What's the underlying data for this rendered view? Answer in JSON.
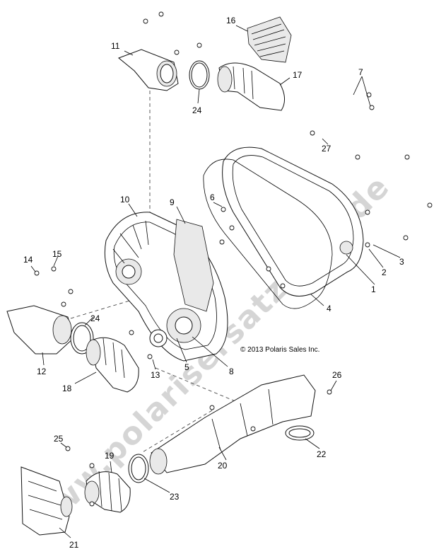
{
  "copyright": "© 2013 Polaris Sales Inc.",
  "watermark": "www.polarisersatzteile.de",
  "callouts": {
    "c1": "1",
    "c2": "2",
    "c3": "3",
    "c4": "4",
    "c5": "5",
    "c6": "6",
    "c7": "7",
    "c8": "8",
    "c9": "9",
    "c10": "10",
    "c11": "11",
    "c12": "12",
    "c13": "13",
    "c14": "14",
    "c15": "15",
    "c16": "16",
    "c17": "17",
    "c18": "18",
    "c19": "19",
    "c20": "20",
    "c21": "21",
    "c22": "22",
    "c23": "23",
    "c24a": "24",
    "c24b": "24",
    "c25": "25",
    "c26": "26",
    "c27": "27"
  }
}
